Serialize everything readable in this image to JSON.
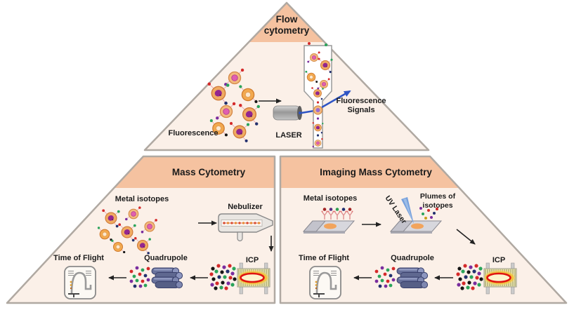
{
  "flow": {
    "title": "Flow cytometry",
    "fluorescence": "Fluorescence",
    "laser": "LASER",
    "signals": "Fluorescence Signals"
  },
  "mass": {
    "title": "Mass Cytometry",
    "metal_isotopes": "Metal isotopes",
    "nebulizer": "Nebulizer",
    "icp": "ICP",
    "quadrupole": "Quadrupole",
    "tof": "Time of Flight"
  },
  "imaging": {
    "title": "Imaging Mass Cytometry",
    "metal_isotopes": "Metal isotopes",
    "uv_laser": "UV Laser",
    "plumes": "Plumes of isotopes",
    "icp": "ICP",
    "quadrupole": "Quadrupole",
    "tof": "Time of Flight"
  },
  "colors": {
    "header_band": "#f5c2a0",
    "panel_body": "#fbf0e8",
    "panel_border": "#b0a9a2",
    "beam_blue": "#2f55c4",
    "plasma_red": "#e01310",
    "cell_orange": "#f0ab62",
    "nucleus_purple": "#93268f",
    "quadrupole_slate": "#68719b"
  },
  "icons": {
    "cell-cluster-icon": "labeled cells with fluorophore/isotope dots",
    "laser-icon": "gray laser cylinder",
    "flow-cell-icon": "funnel flow channel with single-file cells",
    "nebulizer-icon": "spray chamber with droplets",
    "icp-torch-icon": "coil with red plasma ellipse",
    "quadrupole-icon": "four rod bundle",
    "time-of-flight-detector-icon": "detector box with ion flight arc",
    "ion-cloud-icon": "scattered colored ion dots",
    "microscope-slide-icon": "slide with tissue spot",
    "uv-laser-beam-icon": "blue ablation beam wedge",
    "antibody-icon": "Y antibody with metal tag dot",
    "arrow-icon": "process flow arrow"
  }
}
